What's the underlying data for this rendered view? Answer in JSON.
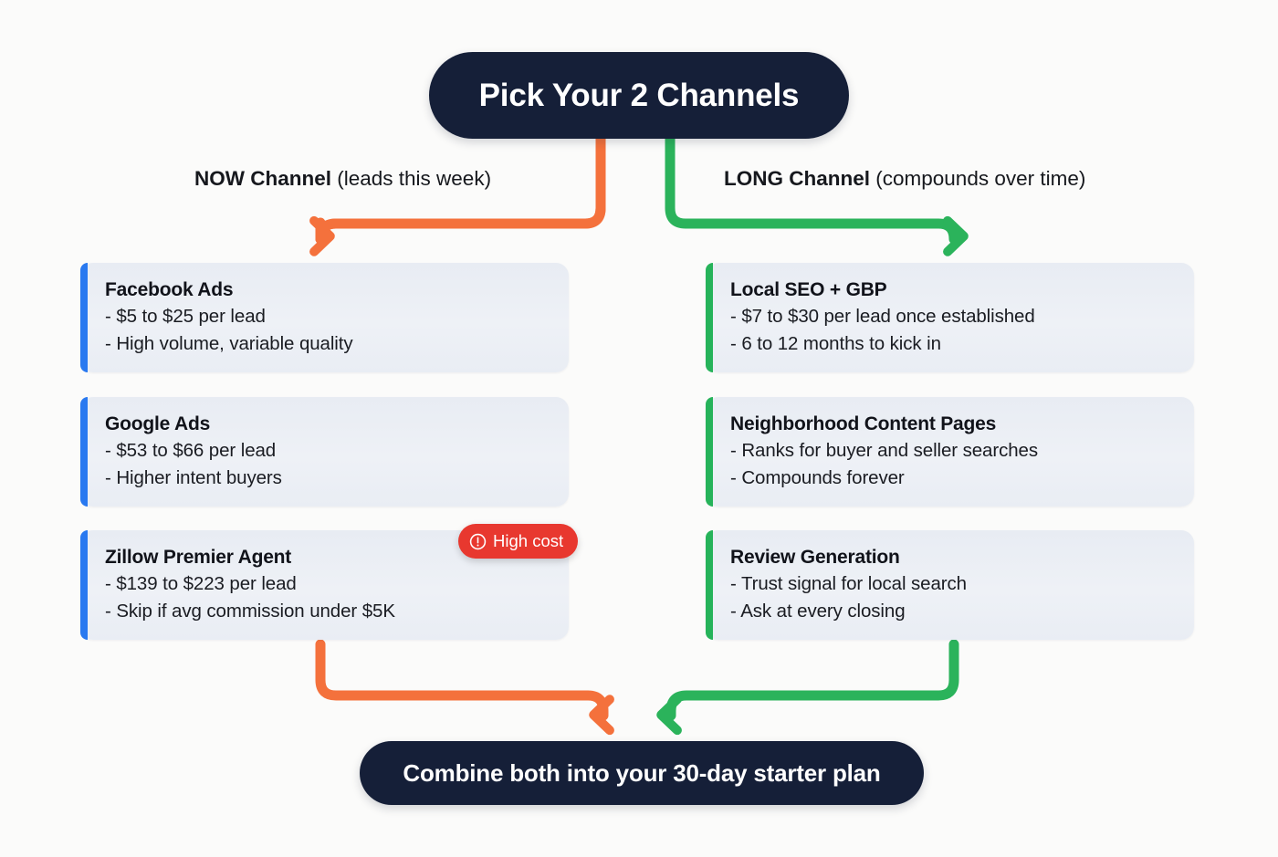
{
  "page": {
    "background_color": "#fbfbfa",
    "title": "Pick Your 2 Channels",
    "footer_cta": "Combine both into your 30-day starter plan"
  },
  "colors": {
    "dark_pill": "#151f38",
    "now_accent": "#2979f0",
    "long_accent": "#26b35a",
    "now_arrow": "#f4713c",
    "long_arrow": "#2bb35b",
    "badge_red": "#e8382f",
    "card_background": "#e9edf4"
  },
  "columns": [
    {
      "id": "now",
      "heading_strong": "NOW Channel",
      "heading_light": " (leads this week)",
      "cards": [
        {
          "title": "Facebook Ads",
          "lines": [
            "- $5 to $25 per lead",
            "- High volume, variable quality"
          ]
        },
        {
          "title": "Google Ads",
          "lines": [
            "- $53 to $66 per lead",
            "- Higher intent buyers"
          ]
        },
        {
          "title": "Zillow Premier Agent",
          "lines": [
            "- $139 to $223 per lead",
            "- Skip if avg commission under $5K"
          ],
          "badge": {
            "label": "High cost",
            "icon": "alert-circle-icon"
          }
        }
      ]
    },
    {
      "id": "long",
      "heading_strong": "LONG Channel",
      "heading_light": " (compounds over time)",
      "cards": [
        {
          "title": "Local SEO + GBP",
          "lines": [
            "- $7 to $30 per lead once established",
            "- 6 to 12 months to kick in"
          ]
        },
        {
          "title": "Neighborhood Content Pages",
          "lines": [
            "- Ranks for buyer and seller searches",
            "- Compounds forever"
          ]
        },
        {
          "title": "Review Generation",
          "lines": [
            "- Trust signal for local search",
            "- Ask at every closing"
          ]
        }
      ]
    }
  ]
}
